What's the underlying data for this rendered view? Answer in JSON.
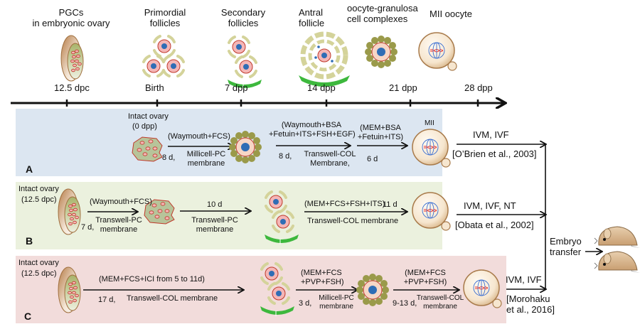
{
  "timeline": {
    "stages": [
      {
        "label": "PGCs\nin embryonic ovary",
        "line1": "PGCs",
        "line2": "in embryonic ovary",
        "time": "12.5 dpc"
      },
      {
        "line1": "Primordial",
        "line2": "follicles",
        "time": "Birth"
      },
      {
        "line1": "Secondary",
        "line2": "follicles",
        "time": "7 dpp"
      },
      {
        "line1": "Antral",
        "line2": "follicle",
        "time": "14 dpp"
      },
      {
        "line1": "oocyte-granulosa",
        "line2": "cell complexes",
        "time": "21 dpp"
      },
      {
        "line1": "MII oocyte",
        "line2": "",
        "time": "28 dpp"
      }
    ]
  },
  "panels": {
    "A": {
      "letter": "A",
      "color": "#dce6f1",
      "start_label_1": "Intact ovary",
      "start_label_2": "(0 dpp)",
      "step1_medium": "(Waymouth+FCS)",
      "step1_days": "8 d,",
      "step1_membrane_1": "Millicell-PC",
      "step1_membrane_2": "membrane",
      "step2_medium_1": "(Waymouth+BSA",
      "step2_medium_2": "+Fetuin+ITS+FSH+EGF)",
      "step2_days": "8 d,",
      "step2_membrane_1": "Transwell-COL",
      "step2_membrane_2": "Membrane,",
      "step3_medium_1": "(MEM+BSA",
      "step3_medium_2": "+Fetuin+ITS)",
      "step3_days": "6 d",
      "end_label": "MII",
      "outcome": "IVM, IVF",
      "reference": "[O’Brien et al., 2003]"
    },
    "B": {
      "letter": "B",
      "color": "#ebf1de",
      "start_label_1": "Intact ovary",
      "start_label_2": "(12.5 dpc)",
      "step1_medium": "(Waymouth+FCS)",
      "step1_days": "7 d,",
      "step1_membrane_1": "Transwell-PC",
      "step1_membrane_2": "membrane",
      "step2_days": "10 d",
      "step2_membrane_1": "Transwell-PC",
      "step2_membrane_2": "membrane",
      "step3_medium": "(MEM+FCS+FSH+ITS)",
      "step3_days": "11 d",
      "step3_membrane": "Transwell-COL membrane",
      "outcome": "IVM, IVF, NT",
      "reference": "[Obata et al., 2002]"
    },
    "C": {
      "letter": "C",
      "color": "#f2dcdb",
      "start_label_1": "Intact ovary",
      "start_label_2": "(12.5 dpc)",
      "step1_medium": "(MEM+FCS+ICI from 5 to 11d)",
      "step1_days": "17 d,",
      "step1_membrane": "Transwell-COL membrane",
      "step2_medium_1": "(MEM+FCS",
      "step2_medium_2": "+PVP+FSH)",
      "step2_days": "3 d,",
      "step2_membrane_1": "Millicell-PC",
      "step2_membrane_2": "membrane",
      "step3_medium_1": "(MEM+FCS",
      "step3_medium_2": "+PVP+FSH)",
      "step3_days": "9-13 d,",
      "step3_membrane_1": "Transwell-COL",
      "step3_membrane_2": "membrane",
      "outcome": "IVM, IVF",
      "reference_1": "[Morohaku",
      "reference_2": "et al., 2016]"
    }
  },
  "final": {
    "label_1": "Embryo",
    "label_2": "transfer"
  },
  "colors": {
    "oocyte_pink": "#f4b6b6",
    "nucleus_blue": "#2f6db5",
    "granulosa_olive": "#d4d39a",
    "theca_green": "#3db83d",
    "ovary_brown": "#c89a6a",
    "mouse_tan": "#dfbf98",
    "mii_spindle_red": "#e8201c"
  }
}
